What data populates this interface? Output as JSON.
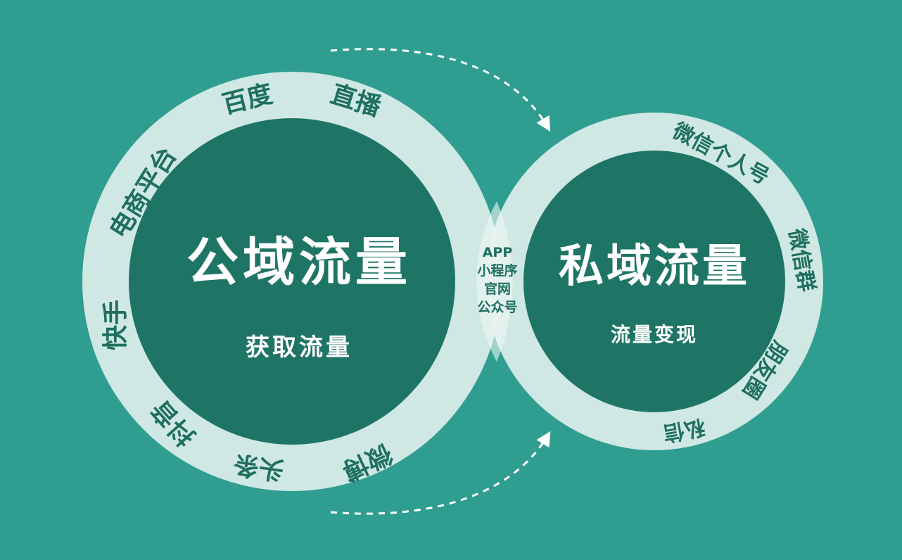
{
  "colors": {
    "background": "#2f9e90",
    "ring": "#dceee9",
    "inner": "#1f7565",
    "ring_text": "#1f6f60",
    "center_text": "#ffffff",
    "arrow": "#ffffff"
  },
  "public_domain": {
    "title": "公域流量",
    "subtitle": "获取流量",
    "channels": [
      "电商平台",
      "百度",
      "直播",
      "快手",
      "抖音",
      "头条",
      "微博"
    ]
  },
  "private_domain": {
    "title": "私域流量",
    "subtitle": "流量变现",
    "channels": [
      "微信个人号",
      "微信群",
      "朋友圈",
      "私信"
    ]
  },
  "overlap": {
    "items": [
      "APP",
      "小程序",
      "官网",
      "公众号"
    ]
  }
}
